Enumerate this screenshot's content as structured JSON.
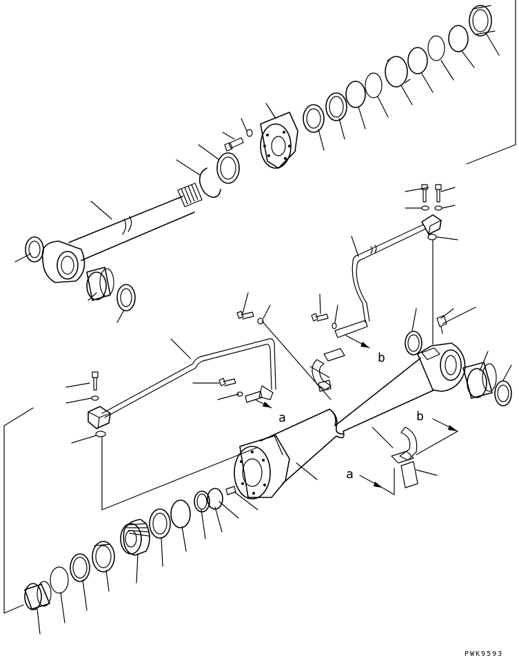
{
  "callouts": {
    "a_upper": "a",
    "b_upper": "b",
    "a_lower": "a",
    "b_lower": "b"
  },
  "drawing_code": "PWK9593"
}
